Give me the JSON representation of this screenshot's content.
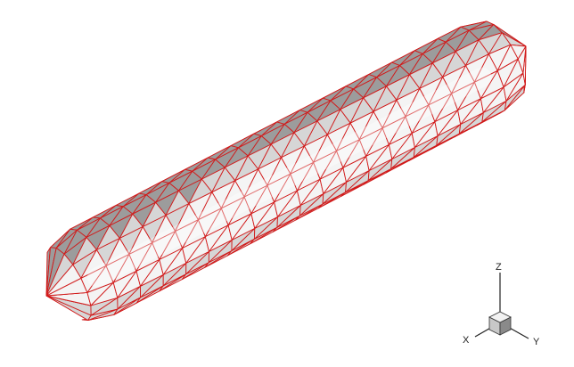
{
  "figure": {
    "mesh": {
      "fill_light": "#f4f4f4",
      "fill_mid": "#d6d6d6",
      "fill_dark": "#9c9c9c",
      "edge_color": "#d11a1a",
      "rings": 21,
      "segments": 16
    },
    "triad": {
      "z_label": "Z",
      "x_label": "X",
      "y_label": "Y",
      "cube_colors": [
        "#c8c8c8",
        "#f2f2f2",
        "#8a8a8a"
      ]
    }
  }
}
